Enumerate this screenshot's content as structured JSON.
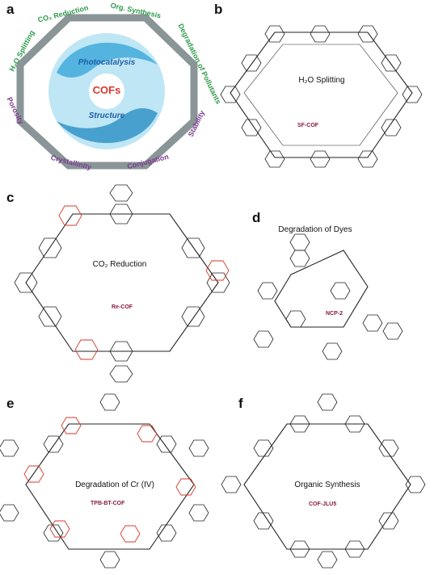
{
  "panels": {
    "a": {
      "letter": "a",
      "center_text": "COFs",
      "inner_top": "Photocatalysis",
      "inner_bottom": "Structure",
      "ring_labels": [
        "H₂O Splitting",
        "CO₂ Reduction",
        "Org. Synthesis",
        "Degradation of Pollutants",
        "Stability",
        "Conjugation",
        "Crystallinity",
        "Porosity"
      ],
      "colors": {
        "green": "#2e9a4a",
        "purple": "#7a3b8f",
        "octagon": "#7f8c8d",
        "blue": "#2aa3d8",
        "red": "#d63a2a"
      }
    },
    "b": {
      "letter": "b",
      "caption": "H₂O Splitting",
      "cof_name": "SF-COF"
    },
    "c": {
      "letter": "c",
      "caption": "CO₂ Reduction",
      "cof_name": "Re-COF"
    },
    "d": {
      "letter": "d",
      "caption": "Degradation of Dyes",
      "cof_name": "NCP-2"
    },
    "e": {
      "letter": "e",
      "caption": "Degradation of Cr (IV)",
      "cof_name": "TPB-BT-COF"
    },
    "f": {
      "letter": "f",
      "caption": "Organic Synthesis",
      "cof_name": "COF-JLU5"
    }
  }
}
